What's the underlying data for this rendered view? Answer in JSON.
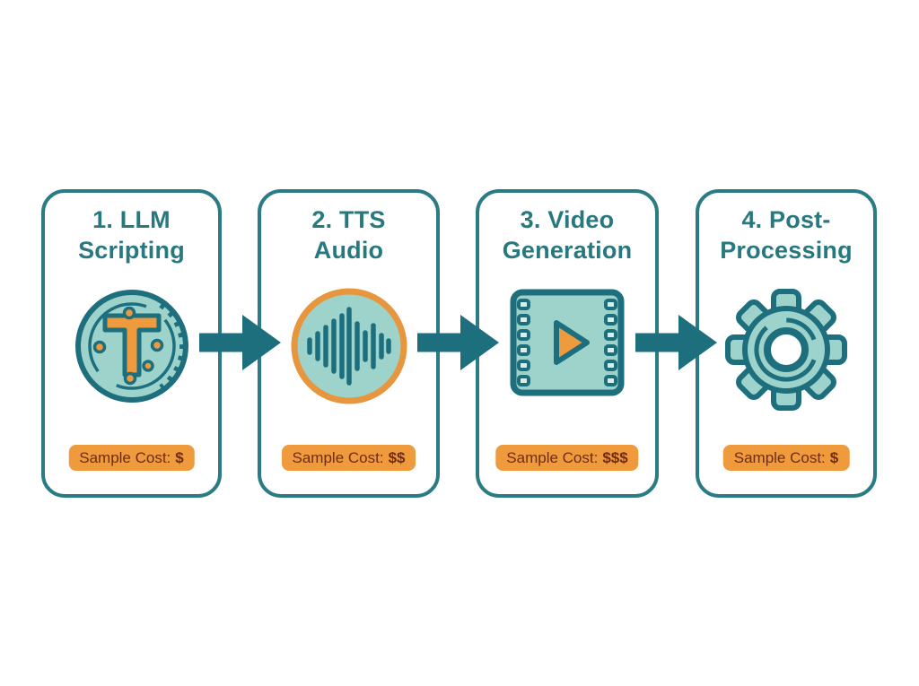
{
  "diagram": {
    "type": "process-flow",
    "background": "#ffffff",
    "colors": {
      "teal_dark": "#1e6f7e",
      "teal_border": "#2a7b84",
      "teal_text": "#27797f",
      "teal_light": "#9ed3cc",
      "orange": "#f09a3e",
      "badge_text": "#6e2c16"
    },
    "steps": [
      {
        "title_line1": "1. LLM",
        "title_line2": "Scripting",
        "icon": "coin-icon",
        "cost_label": "Sample Cost:",
        "cost_value": "$"
      },
      {
        "title_line1": "2. TTS",
        "title_line2": "Audio",
        "icon": "waveform-icon",
        "cost_label": "Sample Cost:",
        "cost_value": "$$"
      },
      {
        "title_line1": "3. Video",
        "title_line2": "Generation",
        "icon": "film-icon",
        "cost_label": "Sample Cost:",
        "cost_value": "$$$"
      },
      {
        "title_line1": "4. Post-",
        "title_line2": "Processing",
        "icon": "gear-icon",
        "cost_label": "Sample Cost:",
        "cost_value": "$"
      }
    ],
    "connector": "right-arrow"
  }
}
